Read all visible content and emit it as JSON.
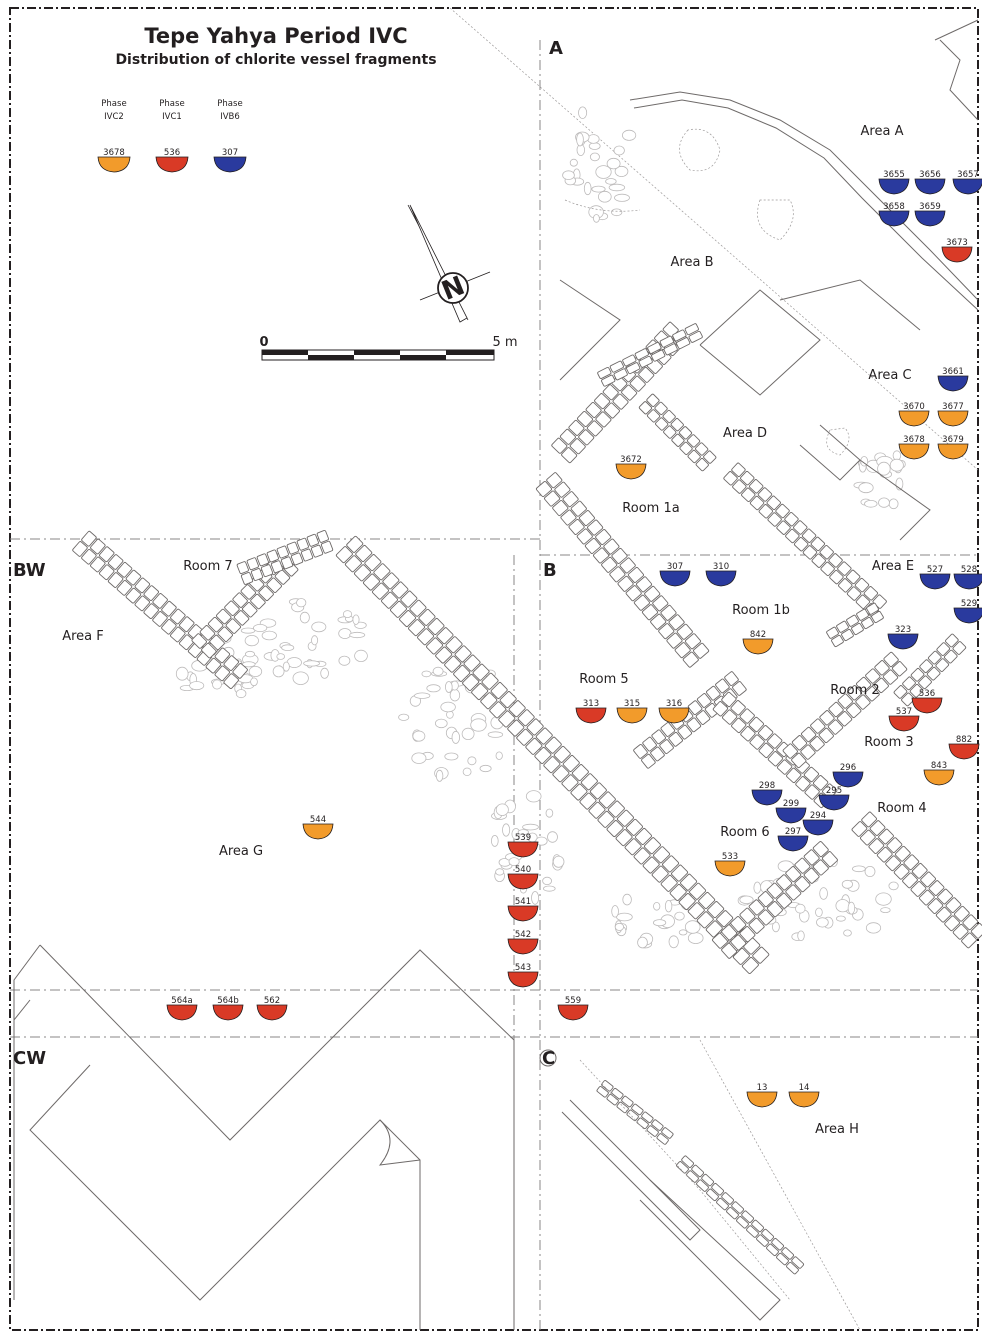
{
  "title": "Tepe Yahya Period IVC",
  "subtitle": "Distribution of chlorite vessel fragments",
  "legend": [
    {
      "phase_word": "Phase",
      "phase_code": "IVC2",
      "sample": "3678",
      "color": "#f29b2b"
    },
    {
      "phase_word": "Phase",
      "phase_code": "IVC1",
      "sample": "536",
      "color": "#d93a26"
    },
    {
      "phase_word": "Phase",
      "phase_code": "IVB6",
      "sample": "307",
      "color": "#2a3a9e"
    }
  ],
  "compass": {
    "label": "N"
  },
  "scale": {
    "start": "0",
    "end": "5 m"
  },
  "sections": [
    "A",
    "B",
    "BW",
    "C",
    "CW"
  ],
  "labels": [
    "Area A",
    "Area B",
    "Area C",
    "Area D",
    "Room 1a",
    "Room 7",
    "Area F",
    "Area E",
    "Room 1b",
    "Room 5",
    "Room 2",
    "Room 3",
    "Room 4",
    "Room 6",
    "Area G",
    "Area H"
  ],
  "fragments": [
    {
      "id": "3655",
      "phase": "IVB6"
    },
    {
      "id": "3656",
      "phase": "IVB6"
    },
    {
      "id": "3657",
      "phase": "IVB6"
    },
    {
      "id": "3658",
      "phase": "IVB6"
    },
    {
      "id": "3659",
      "phase": "IVB6"
    },
    {
      "id": "3673",
      "phase": "IVC1"
    },
    {
      "id": "3661",
      "phase": "IVB6"
    },
    {
      "id": "3670",
      "phase": "IVC2"
    },
    {
      "id": "3677",
      "phase": "IVC2"
    },
    {
      "id": "3678",
      "phase": "IVC2"
    },
    {
      "id": "3679",
      "phase": "IVC2"
    },
    {
      "id": "3672",
      "phase": "IVC2"
    },
    {
      "id": "307",
      "phase": "IVB6"
    },
    {
      "id": "310",
      "phase": "IVB6"
    },
    {
      "id": "527",
      "phase": "IVB6"
    },
    {
      "id": "528",
      "phase": "IVB6"
    },
    {
      "id": "529",
      "phase": "IVB6"
    },
    {
      "id": "842",
      "phase": "IVC2"
    },
    {
      "id": "323",
      "phase": "IVB6"
    },
    {
      "id": "536",
      "phase": "IVC1"
    },
    {
      "id": "537",
      "phase": "IVC1"
    },
    {
      "id": "882",
      "phase": "IVC1"
    },
    {
      "id": "313",
      "phase": "IVC1"
    },
    {
      "id": "315",
      "phase": "IVC2"
    },
    {
      "id": "316",
      "phase": "IVC2"
    },
    {
      "id": "843",
      "phase": "IVC2"
    },
    {
      "id": "296",
      "phase": "IVB6"
    },
    {
      "id": "298",
      "phase": "IVB6"
    },
    {
      "id": "295",
      "phase": "IVB6"
    },
    {
      "id": "299",
      "phase": "IVB6"
    },
    {
      "id": "294",
      "phase": "IVB6"
    },
    {
      "id": "297",
      "phase": "IVB6"
    },
    {
      "id": "533",
      "phase": "IVC2"
    },
    {
      "id": "544",
      "phase": "IVC2"
    },
    {
      "id": "539",
      "phase": "IVC1"
    },
    {
      "id": "540",
      "phase": "IVC1"
    },
    {
      "id": "541",
      "phase": "IVC1"
    },
    {
      "id": "542",
      "phase": "IVC1"
    },
    {
      "id": "543",
      "phase": "IVC1"
    },
    {
      "id": "564a",
      "phase": "IVC1"
    },
    {
      "id": "564b",
      "phase": "IVC1"
    },
    {
      "id": "562",
      "phase": "IVC1"
    },
    {
      "id": "559",
      "phase": "IVC1"
    },
    {
      "id": "13",
      "phase": "IVC2"
    },
    {
      "id": "14",
      "phase": "IVC2"
    }
  ]
}
